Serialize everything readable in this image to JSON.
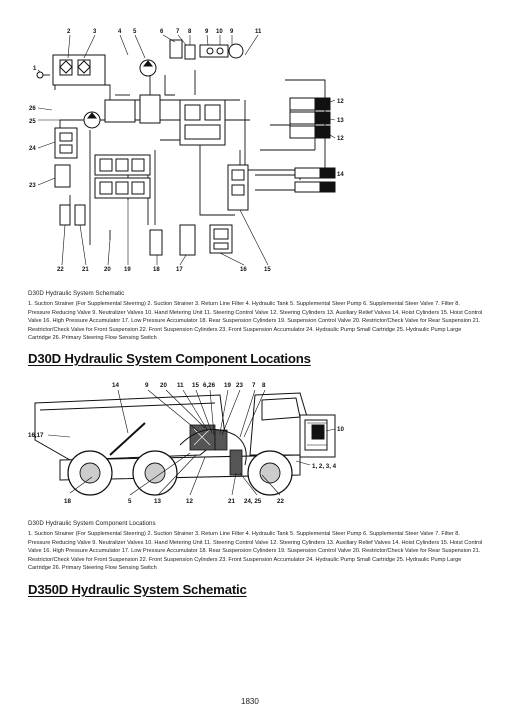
{
  "schematic": {
    "labels": [
      "1",
      "2",
      "3",
      "4",
      "5",
      "6",
      "7",
      "8",
      "9",
      "10",
      "11",
      "12",
      "13",
      "14",
      "15",
      "16",
      "17",
      "18",
      "19",
      "20",
      "21",
      "22",
      "23",
      "24",
      "25",
      "26"
    ]
  },
  "caption1": {
    "title": "D30D Hydraulic System Schematic",
    "body": "1. Suction Strainer (For Supplemental Steering) 2. Suction Strainer 3. Return Line Filter 4. Hydraulic Tank 5. Supplemental Steer Pump 6. Supplemental Steer Valve 7. Filter 8. Pressure Reducing Valve 9. Neutralizer Valves 10. Hand Metering Unit 11. Steering Control Valve 12. Steering Cylinders 13. Auxiliary Relief Valves 14. Hoist Cylinders 15. Hoist Control Valve 16. High Pressure Accumulator 17. Low Pressure Accumulator 18. Rear Suspension Cylinders 19. Suspension Control Valve 20. Restrictor/Check Valve for Rear Suspension 21. Restrictor/Check Valve for Front Suspension 22. Front Suspension Cylinders 23. Front Suspension Accumulator 24. Hydraulic Pump Small Cartridge 25. Hydraulic Pump Large Cartridge 26. Primary Steering Flow Sensing Switch"
  },
  "heading1": "D30D Hydraulic System Component Locations",
  "truck": {
    "labels_top": [
      "14",
      "9",
      "20",
      "11",
      "15",
      "6,26",
      "19",
      "23",
      "7",
      "8"
    ],
    "label_left": "16,17",
    "label_right_top": "10",
    "label_right_mid": "1, 2, 3, 4",
    "labels_bottom": [
      "18",
      "5",
      "13",
      "12",
      "21",
      "24, 25",
      "22"
    ]
  },
  "caption2": {
    "title": "D30D Hydraulic System Component Locations",
    "body": "1. Suction Strainer (For Supplemental Steering) 2. Suction Strainer 3. Return Line Filter 4. Hydraulic Tank 5. Supplemental Steer Pump 6. Supplemental Steer Valve 7. Filter 8. Pressure Reducing Valve 9. Neutralizer Valves 10. Hand Metering Unit 11. Steering Control Valve 12. Steering Cylinders 13. Auxiliary Relief Valves 14. Hoist Cylinders 15. Hoist Control Valve 16. High Pressure Accumulator 17. Low Pressure Accumulator 18. Rear Suspension Cylinders 19. Suspension Control Valve 20. Restrictor/Check Valve for Rear Suspension 21. Restrictor/Check Valve for Front Suspension 22. Front Suspension Cylinders 23. Front Suspension Accumulator 24. Hydraulic Pump Small Cartridge 25. Hydraulic Pump Large Cartridge 26. Primary Steering Flow Sensing Switch"
  },
  "heading2": "D350D Hydraulic System Schematic",
  "page_number": "1830"
}
